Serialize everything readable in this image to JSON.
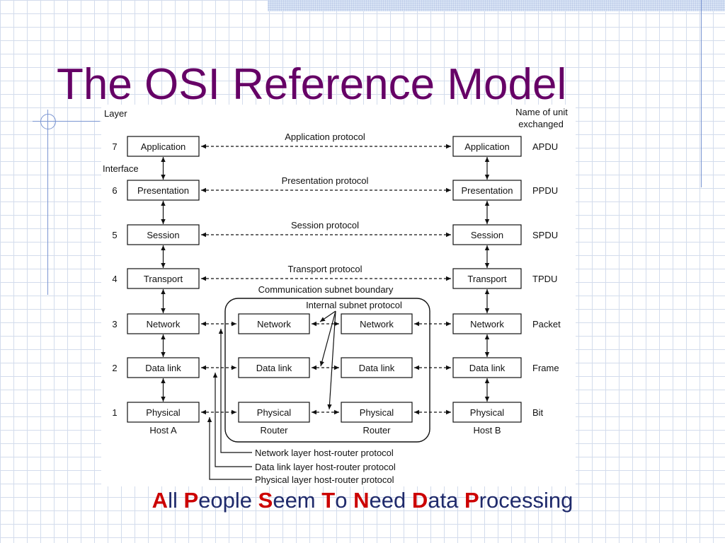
{
  "slide": {
    "title": "The OSI Reference Model",
    "mnemonic": [
      {
        "initial": "A",
        "rest": "ll"
      },
      {
        "initial": "P",
        "rest": "eople"
      },
      {
        "initial": "S",
        "rest": "eem"
      },
      {
        "initial": "T",
        "rest": "o"
      },
      {
        "initial": "N",
        "rest": "eed"
      },
      {
        "initial": "D",
        "rest": "ata"
      },
      {
        "initial": "P",
        "rest": "rocessing"
      }
    ]
  },
  "diagram": {
    "layer_heading": "Layer",
    "unit_heading": [
      "Name of unit",
      "exchanged"
    ],
    "interface_label": "Interface",
    "layers": [
      {
        "number": "7",
        "name": "Application",
        "protocol": "Application protocol",
        "unit": "APDU"
      },
      {
        "number": "6",
        "name": "Presentation",
        "protocol": "Presentation protocol",
        "unit": "PPDU"
      },
      {
        "number": "5",
        "name": "Session",
        "protocol": "Session protocol",
        "unit": "SPDU"
      },
      {
        "number": "4",
        "name": "Transport",
        "protocol": "Transport protocol",
        "unit": "TPDU"
      },
      {
        "number": "3",
        "name": "Network",
        "protocol": "",
        "unit": "Packet"
      },
      {
        "number": "2",
        "name": "Data link",
        "protocol": "",
        "unit": "Frame"
      },
      {
        "number": "1",
        "name": "Physical",
        "protocol": "",
        "unit": "Bit"
      }
    ],
    "router_layers": [
      "Network",
      "Data link",
      "Physical"
    ],
    "host_a_label": "Host A",
    "host_b_label": "Host B",
    "router_label": "Router",
    "subnet_boundary_label": "Communication subnet boundary",
    "internal_protocol_label": "Internal subnet protocol",
    "host_router_protocols": [
      "Network layer host-router protocol",
      "Data link layer host-router protocol",
      "Physical layer host-router protocol"
    ]
  }
}
